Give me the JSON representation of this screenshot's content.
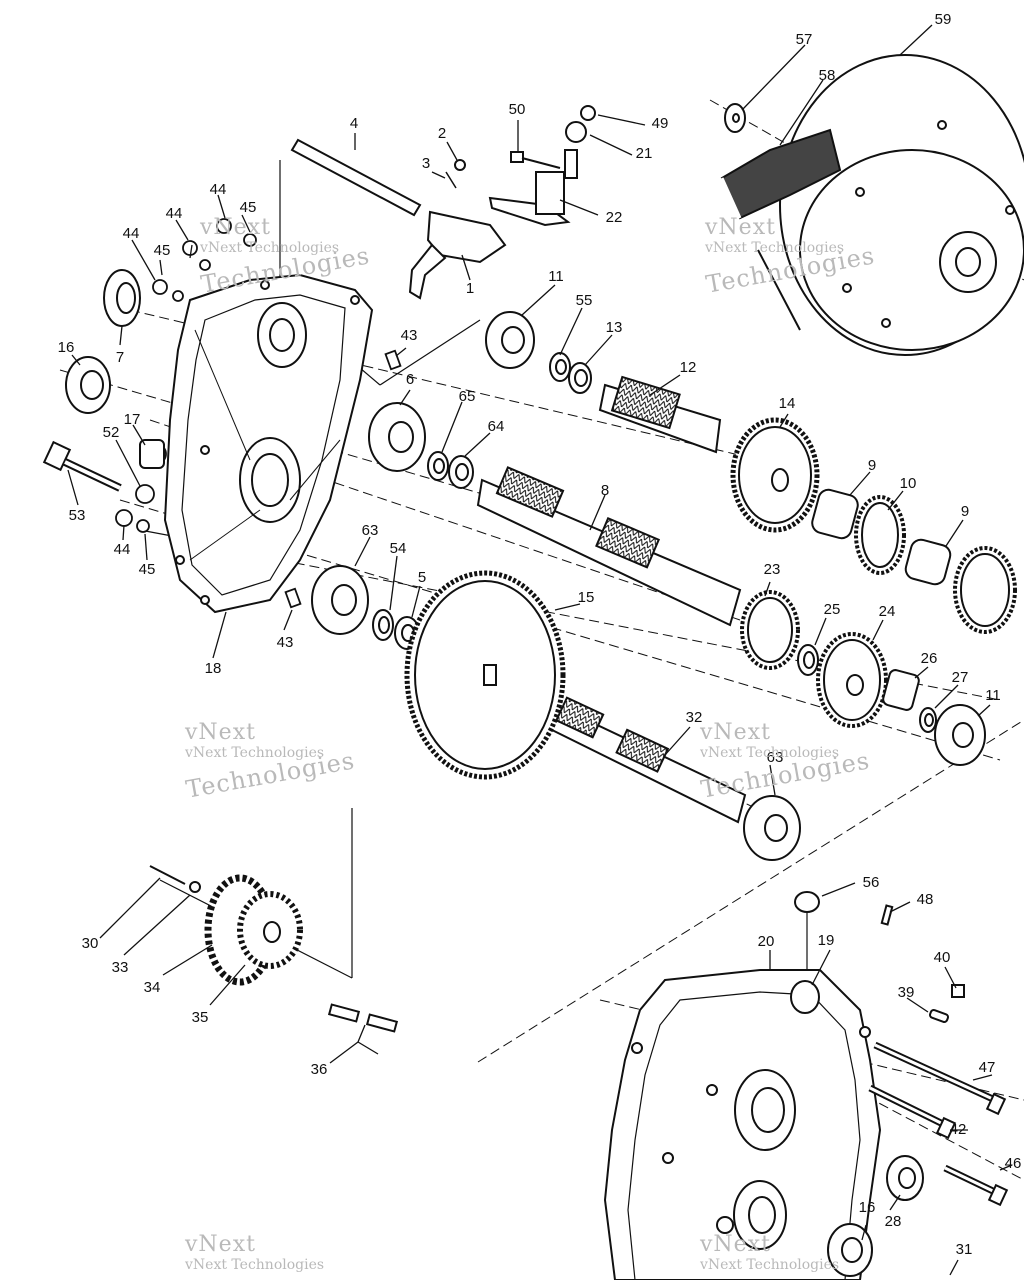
{
  "watermark": {
    "line1": "vNext",
    "line2": "vNext Technologies",
    "line3": "Technologies"
  },
  "callouts": [
    "1",
    "2",
    "3",
    "4",
    "5",
    "6",
    "7",
    "8",
    "9",
    "9",
    "10",
    "11",
    "11",
    "12",
    "13",
    "14",
    "15",
    "16",
    "16",
    "17",
    "18",
    "19",
    "20",
    "21",
    "22",
    "23",
    "24",
    "25",
    "26",
    "27",
    "28",
    "30",
    "31",
    "32",
    "33",
    "34",
    "35",
    "36",
    "39",
    "40",
    "42",
    "43",
    "43",
    "44",
    "44",
    "44",
    "44",
    "45",
    "45",
    "45",
    "46",
    "47",
    "48",
    "49",
    "50",
    "52",
    "53",
    "54",
    "55",
    "56",
    "57",
    "58",
    "59",
    "63",
    "63",
    "64",
    "65"
  ],
  "colors": {
    "ink": "#111111",
    "watermark": "#b9b9b9",
    "background": "#ffffff"
  }
}
